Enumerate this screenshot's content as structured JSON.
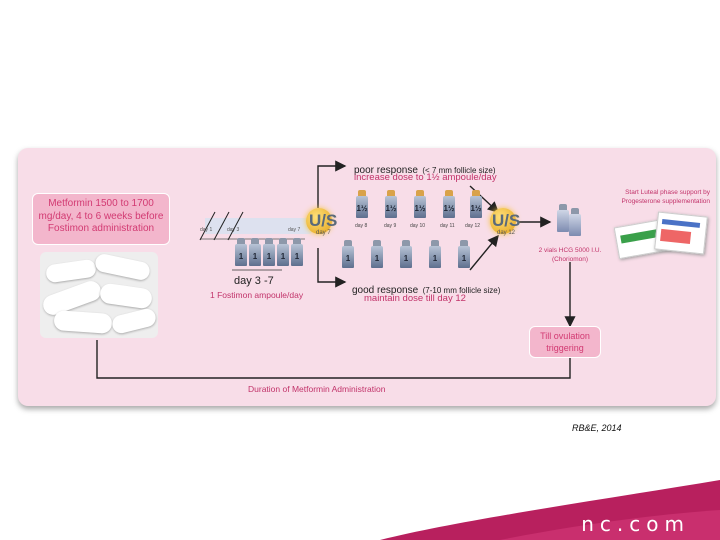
{
  "metformin_box": "Metformin 1500 to 1700 mg/day, 4 to 6 weeks before Fostimon administration",
  "duration_label": "Duration of Metformin Administration",
  "day_range": "day 3 -7",
  "fostimon_dose": "1 Fostimon ampoule/day",
  "us_label": "U/S",
  "us1_day": "day 7",
  "us2_day": "day 12",
  "poor_response": "poor response",
  "poor_response_detail": "(< 7 mm follicle size)",
  "poor_response_action": "increase dose to 1½ ampoule/day",
  "good_response": "good response",
  "good_response_detail": "(7-10 mm follicle size)",
  "good_response_action": "maintain dose till day 12",
  "hcg": "2 vials HCG 5000 I.U. (Choriomon)",
  "luteal": "Start Luteal phase support by Progesterone supplementation",
  "till_ovulation": "Till ovulation triggering",
  "citation": "RB&E, 2014",
  "footer": "nc.com",
  "vial_number_poor": "1½",
  "vial_number": "1",
  "day_labels_top": [
    "day 8",
    "day 9",
    "day 10",
    "day 11",
    "day 12"
  ],
  "timeline_days": [
    "day 1",
    "day 3",
    "day 7"
  ],
  "colors": {
    "panel": "#f8dde8",
    "accent": "#d23a72",
    "box": "#f3b6cc"
  }
}
